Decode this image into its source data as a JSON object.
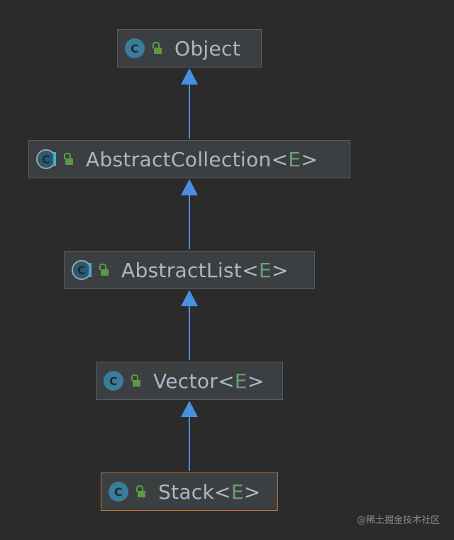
{
  "nodes": [
    {
      "name": "Object",
      "type_param": "",
      "abstract": false,
      "selected": false
    },
    {
      "name": "AbstractCollection",
      "type_param": "E",
      "abstract": true,
      "selected": false
    },
    {
      "name": "AbstractList",
      "type_param": "E",
      "abstract": true,
      "selected": false
    },
    {
      "name": "Vector",
      "type_param": "E",
      "abstract": false,
      "selected": false
    },
    {
      "name": "Stack",
      "type_param": "E",
      "abstract": false,
      "selected": true
    }
  ],
  "icon_letter": "C",
  "lt": "<",
  "gt": ">",
  "watermark": "@稀土掘金技术社区",
  "colors": {
    "background": "#2b2b2b",
    "node_bg": "#3c3f41",
    "node_border": "#5a5d5f",
    "selected_border": "#c0753a",
    "text": "#a9b7c6",
    "type_param": "#6a9f77",
    "arrow": "#4b8fe0",
    "class_icon": "#3b7c9c",
    "lock_icon": "#5b9a45"
  }
}
